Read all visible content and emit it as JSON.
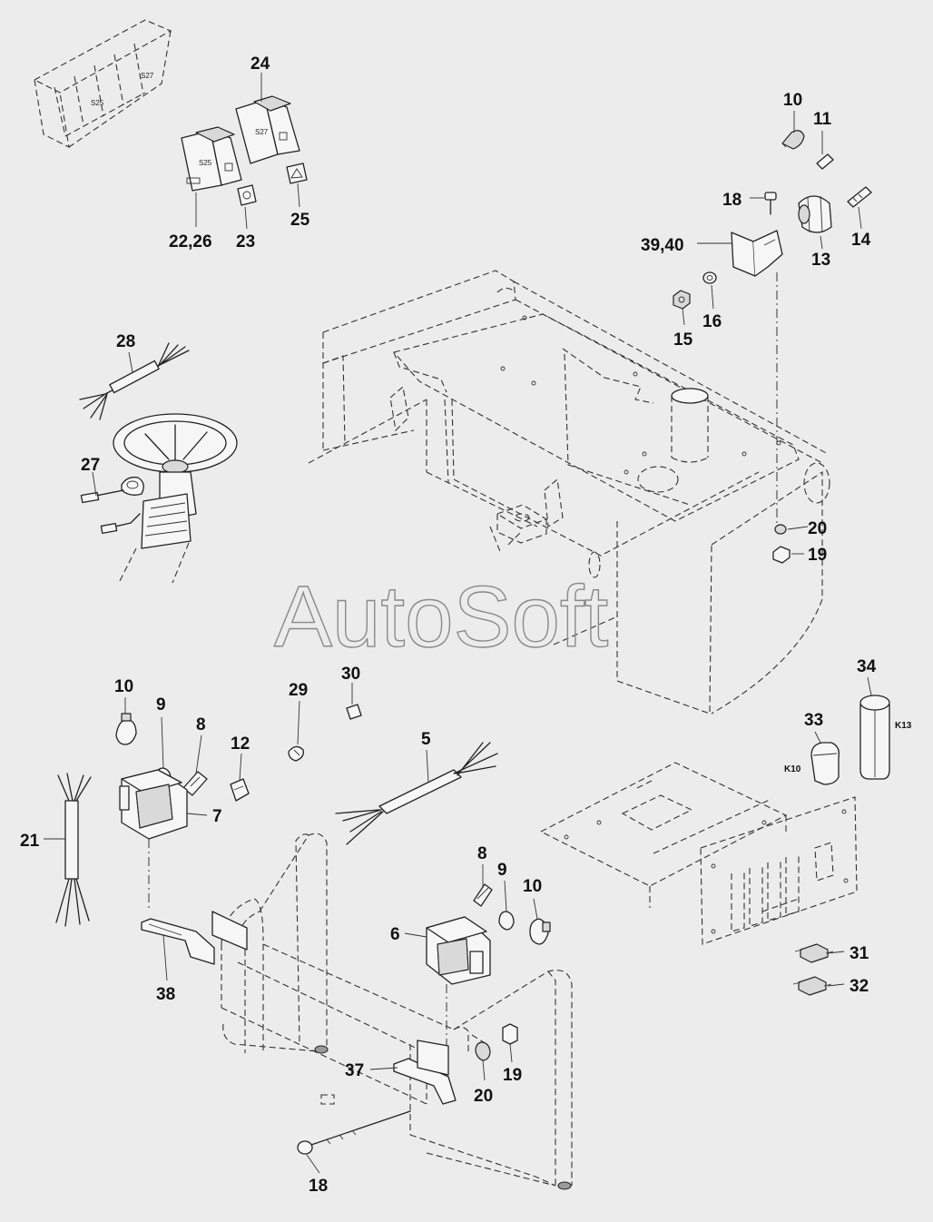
{
  "watermark": "AutoSoft",
  "labels": {
    "l24": "24",
    "l22_26": "22,26",
    "l23": "23",
    "l25": "25",
    "l10_top": "10",
    "l11": "11",
    "l18_top": "18",
    "l14": "14",
    "l13": "13",
    "l39_40": "39,40",
    "l15": "15",
    "l16": "16",
    "l28": "28",
    "l27": "27",
    "l20_top": "20",
    "l19_top": "19",
    "l34": "34",
    "l33": "33",
    "l10_mid": "10",
    "l9_mid": "9",
    "l8_mid": "8",
    "l12": "12",
    "l29": "29",
    "l30": "30",
    "l5": "5",
    "l7": "7",
    "l21": "21",
    "l8_low": "8",
    "l9_low": "9",
    "l10_low": "10",
    "l6": "6",
    "l38": "38",
    "l31": "31",
    "l32": "32",
    "l37": "37",
    "l20_low": "20",
    "l19_low": "19",
    "l18_low": "18"
  },
  "markings": {
    "s25_panel": "S25",
    "s27_panel": "S27",
    "s25_switch": "S25",
    "s27_switch": "S27",
    "k10": "K10",
    "k13": "K13"
  }
}
